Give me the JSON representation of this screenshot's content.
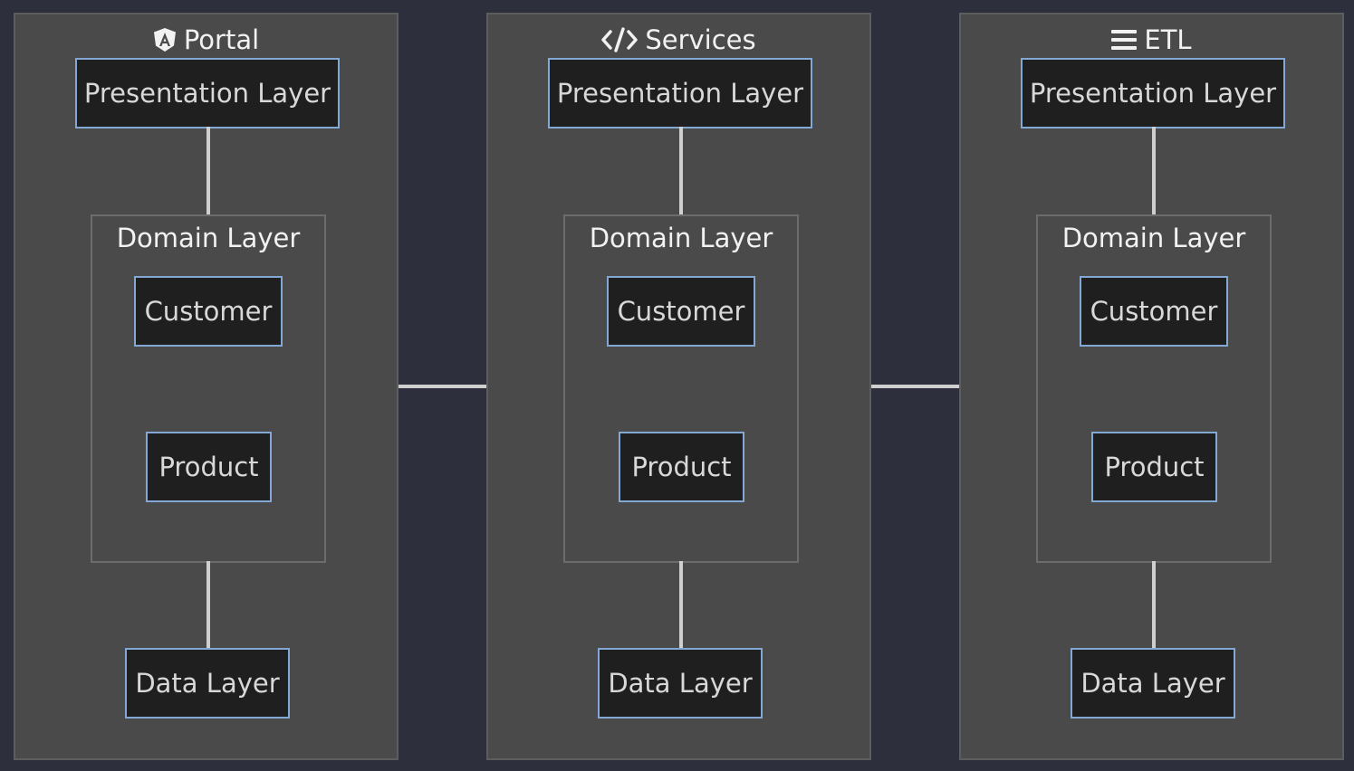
{
  "subsystems": [
    {
      "title": "Portal",
      "icon": "angular-shield-icon",
      "presentation": "Presentation Layer",
      "domain": {
        "label": "Domain Layer",
        "customer": "Customer",
        "product": "Product"
      },
      "data": "Data Layer"
    },
    {
      "title": "Services",
      "icon": "code-icon",
      "presentation": "Presentation Layer",
      "domain": {
        "label": "Domain Layer",
        "customer": "Customer",
        "product": "Product"
      },
      "data": "Data Layer"
    },
    {
      "title": "ETL",
      "icon": "bars-icon",
      "presentation": "Presentation Layer",
      "domain": {
        "label": "Domain Layer",
        "customer": "Customer",
        "product": "Product"
      },
      "data": "Data Layer"
    }
  ],
  "colors": {
    "background": "#2d303c",
    "subsystem_fill": "#4a4a4a",
    "node_fill": "#1f1f1f",
    "node_border": "#84a8d4",
    "edge": "#cfcfcf",
    "text": "#f2f2f2"
  }
}
